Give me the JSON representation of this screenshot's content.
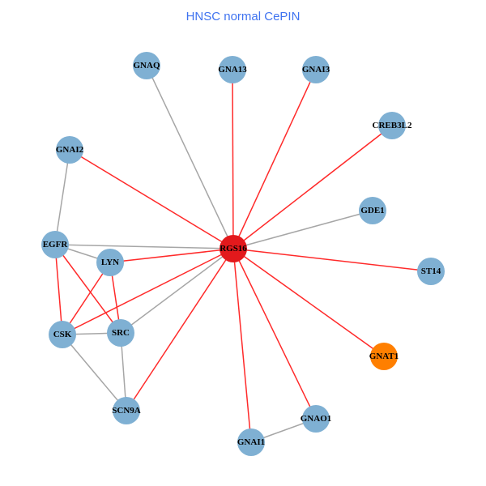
{
  "title": "HNSC normal CePIN",
  "colors": {
    "default_node": "#7fb0d3",
    "hub": "#e3191c",
    "highlight": "#ff7f00",
    "red_edge": "#ff2a2a",
    "gray_edge": "#a6a6a6"
  },
  "nodes": [
    {
      "id": "RGS16",
      "type": "hub"
    },
    {
      "id": "GNAQ",
      "type": "default_node"
    },
    {
      "id": "GNA13",
      "type": "default_node"
    },
    {
      "id": "GNAI3",
      "type": "default_node"
    },
    {
      "id": "CREB3L2",
      "type": "default_node"
    },
    {
      "id": "GNAI2",
      "type": "default_node"
    },
    {
      "id": "GDE1",
      "type": "default_node"
    },
    {
      "id": "EGFR",
      "type": "default_node"
    },
    {
      "id": "LYN",
      "type": "default_node"
    },
    {
      "id": "ST14",
      "type": "default_node"
    },
    {
      "id": "CSK",
      "type": "default_node"
    },
    {
      "id": "SRC",
      "type": "default_node"
    },
    {
      "id": "GNAT1",
      "type": "highlight"
    },
    {
      "id": "SCN9A",
      "type": "default_node"
    },
    {
      "id": "GNAO1",
      "type": "default_node"
    },
    {
      "id": "GNAI1",
      "type": "default_node"
    }
  ],
  "edges": [
    [
      "RGS16",
      "GNAQ",
      "gray_edge"
    ],
    [
      "RGS16",
      "GNA13",
      "red_edge"
    ],
    [
      "RGS16",
      "GNAI3",
      "red_edge"
    ],
    [
      "RGS16",
      "CREB3L2",
      "red_edge"
    ],
    [
      "RGS16",
      "GDE1",
      "gray_edge"
    ],
    [
      "RGS16",
      "ST14",
      "red_edge"
    ],
    [
      "RGS16",
      "GNAT1",
      "red_edge"
    ],
    [
      "RGS16",
      "GNAO1",
      "red_edge"
    ],
    [
      "RGS16",
      "GNAI1",
      "red_edge"
    ],
    [
      "RGS16",
      "SCN9A",
      "red_edge"
    ],
    [
      "RGS16",
      "SRC",
      "gray_edge"
    ],
    [
      "RGS16",
      "CSK",
      "red_edge"
    ],
    [
      "RGS16",
      "LYN",
      "red_edge"
    ],
    [
      "RGS16",
      "EGFR",
      "gray_edge"
    ],
    [
      "RGS16",
      "GNAI2",
      "red_edge"
    ],
    [
      "GNAI2",
      "EGFR",
      "gray_edge"
    ],
    [
      "EGFR",
      "LYN",
      "gray_edge"
    ],
    [
      "EGFR",
      "CSK",
      "red_edge"
    ],
    [
      "EGFR",
      "SRC",
      "red_edge"
    ],
    [
      "LYN",
      "CSK",
      "red_edge"
    ],
    [
      "LYN",
      "SRC",
      "red_edge"
    ],
    [
      "CSK",
      "SRC",
      "gray_edge"
    ],
    [
      "CSK",
      "SCN9A",
      "gray_edge"
    ],
    [
      "SRC",
      "SCN9A",
      "gray_edge"
    ],
    [
      "GNAI1",
      "GNAO1",
      "gray_edge"
    ]
  ]
}
